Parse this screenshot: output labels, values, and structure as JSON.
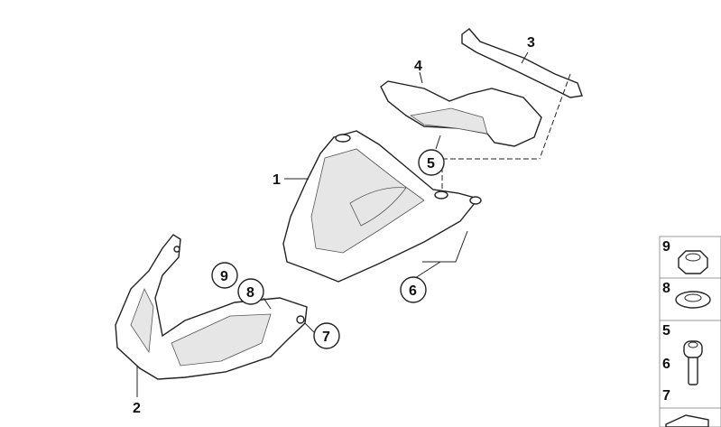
{
  "callouts": {
    "c1": "1",
    "c2": "2",
    "c3": "3",
    "c4": "4",
    "c5": "5",
    "c6": "6",
    "c7": "7",
    "c8": "8",
    "c9": "9"
  },
  "legend": {
    "row_nut": "9",
    "row_washer": "8",
    "row_screw_a": "5",
    "row_screw_b": "6",
    "row_screw_c": "7"
  }
}
